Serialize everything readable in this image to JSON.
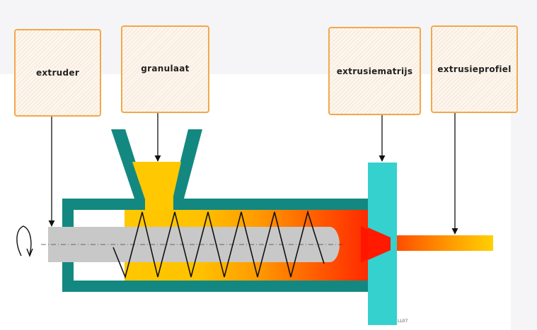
{
  "labels": {
    "extruder": "extruder",
    "granulaat": "granulaat",
    "extrusiematrijs": "extrusiematrijs",
    "extrusieprofiel": "extrusieprofiel"
  },
  "stamp": "LL07",
  "colors": {
    "barrel": "#138880",
    "die": "#34d1cf",
    "granulate": "#ffc800",
    "melt": "#ff3a00",
    "screw": "#c8c8c8",
    "label_border": "#f2a84c",
    "arrow": "#111111"
  }
}
